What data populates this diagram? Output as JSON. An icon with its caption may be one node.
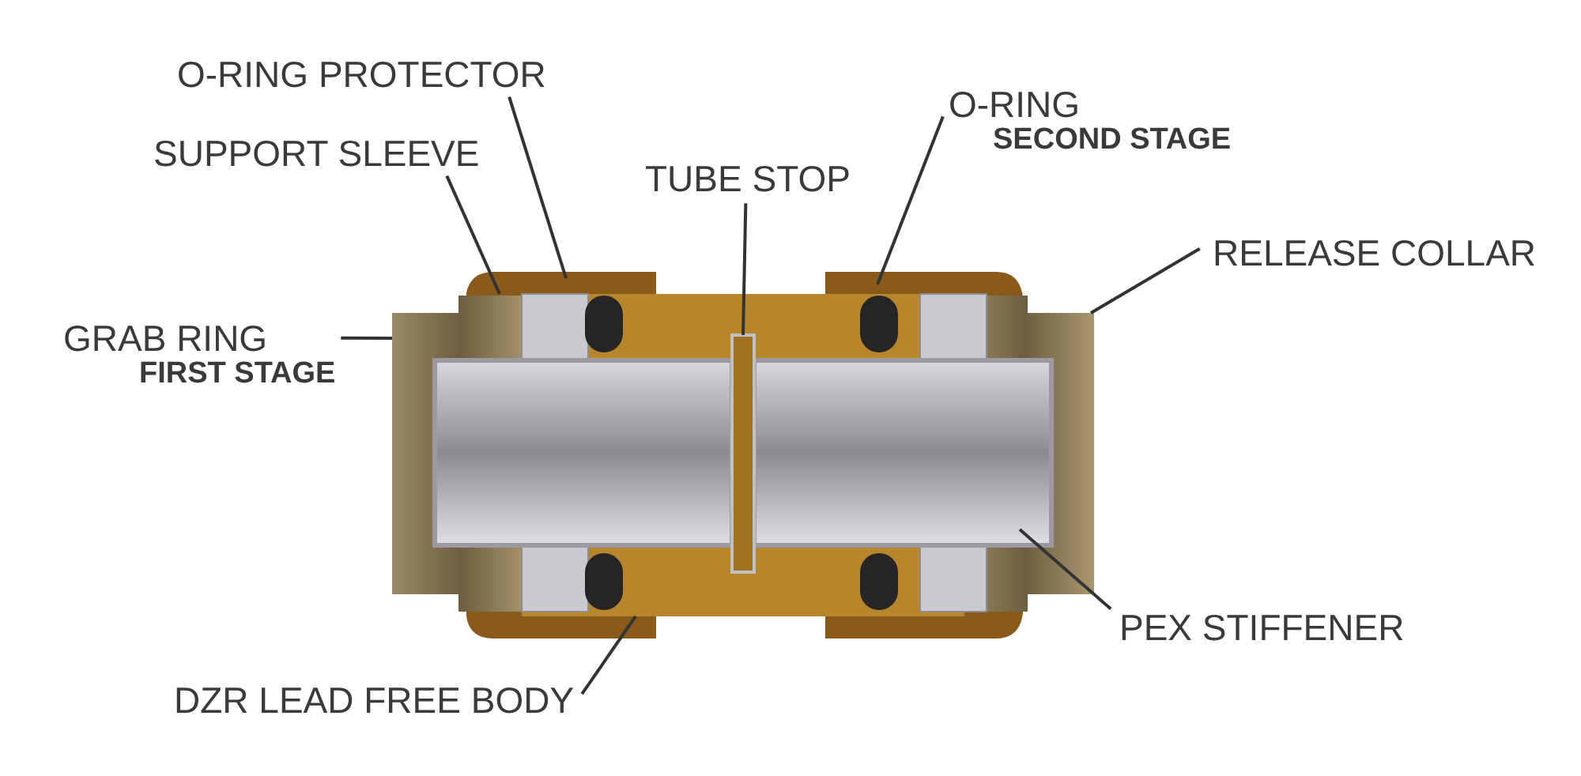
{
  "diagram": {
    "nodes": [
      {
        "text": [
          "O-RING PROTECTOR"
        ]
      },
      {
        "text": [
          "SUPPORT SLEEVE"
        ]
      },
      {
        "text": [
          "TUBE STOP"
        ]
      },
      {
        "text": [
          "O-RING",
          "SECOND STAGE"
        ]
      },
      {
        "text": [
          "RELEASE COLLAR"
        ]
      },
      {
        "text": [
          "GRAB RING",
          "FIRST STAGE"
        ]
      },
      {
        "text": [
          "PEX STIFFENER"
        ]
      },
      {
        "text": [
          "DZR LEAD FREE BODY"
        ]
      }
    ],
    "edges": [
      {
        "from": 0,
        "to": null,
        "arrow": "none"
      },
      {
        "from": 1,
        "to": null,
        "arrow": "none"
      },
      {
        "from": 2,
        "to": null,
        "arrow": "none"
      },
      {
        "from": 3,
        "to": null,
        "arrow": "none"
      },
      {
        "from": 4,
        "to": null,
        "arrow": "none"
      },
      {
        "from": 5,
        "to": null,
        "arrow": "none"
      },
      {
        "from": 6,
        "to": null,
        "arrow": "none"
      },
      {
        "from": 7,
        "to": null,
        "arrow": "none"
      }
    ]
  }
}
